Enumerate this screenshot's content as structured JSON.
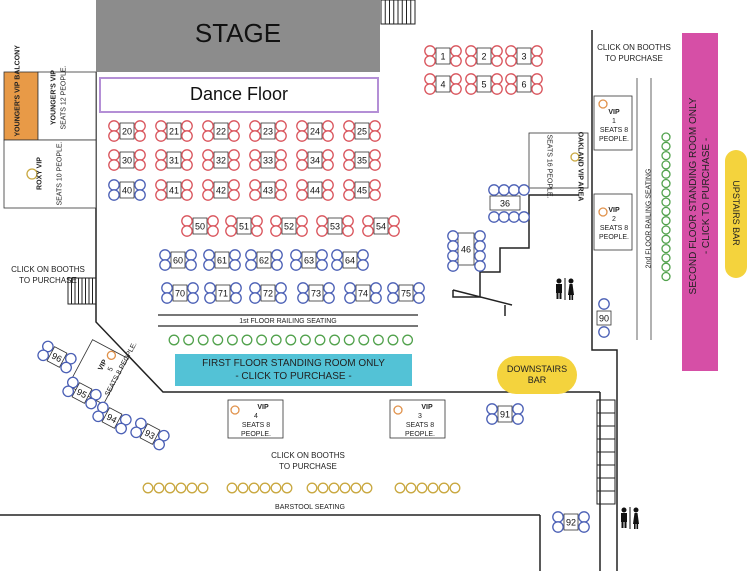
{
  "stage": {
    "label": "STAGE"
  },
  "dance_floor": {
    "label": "Dance Floor"
  },
  "click_booths": "CLICK ON BOOTHS\nTO PURCHASE",
  "click_booths_lines": [
    "CLICK ON BOOTHS",
    "TO PURCHASE"
  ],
  "youngers_balcony": "YOUNGER'S VIP BALCONY",
  "youngers_vip": "YOUNGER'S VIP",
  "youngers_seats": "SEATS 12 PEOPLE.",
  "roxy_vip": "ROXY VIP",
  "roxy_seats": "SEATS 10 PEOPLE.",
  "oakland_vip": "OAKLAND VIP AREA",
  "oakland_seats": "SEATS 16 PEOPLE.",
  "first_floor_railing": "1st FLOOR RAILING SEATING",
  "second_floor_railing": "2nd FLOOR RAILING SEATING",
  "barstool_seating": "BARSTOOL SEATING",
  "first_floor_standing": {
    "line1": "FIRST FLOOR STANDING ROOM ONLY",
    "line2": "- CLICK TO PURCHASE -"
  },
  "second_floor_standing": {
    "line1": "SECOND FLOOR STANDING ROOM ONLY",
    "line2": "- CLICK TO PURCHASE -"
  },
  "downstairs_bar": {
    "line1": "DOWNSTAIRS",
    "line2": "BAR"
  },
  "upstairs_bar": "UPSTAIRS BAR",
  "vip_boxes": [
    {
      "id": "vip1",
      "title": "VIP",
      "num": "1",
      "seats": "SEATS 8",
      "people": "PEOPLE."
    },
    {
      "id": "vip2",
      "title": "VIP",
      "num": "2",
      "seats": "SEATS 8",
      "people": "PEOPLE."
    },
    {
      "id": "vip3",
      "title": "VIP",
      "num": "3",
      "seats": "SEATS 8",
      "people": "PEOPLE."
    },
    {
      "id": "vip4",
      "title": "VIP",
      "num": "4",
      "seats": "SEATS 8",
      "people": "PEOPLE."
    },
    {
      "id": "vip5",
      "title": "VIP",
      "num": "5",
      "seats": "SEATS 8",
      "people": "PEOPLE."
    }
  ],
  "booths": {
    "red_rows": [
      [
        "20",
        "21",
        "22",
        "23",
        "24",
        "25"
      ],
      [
        "30",
        "31",
        "32",
        "33",
        "34",
        "35"
      ]
    ],
    "row40": [
      "40",
      "41",
      "42",
      "43",
      "44",
      "45"
    ],
    "row50": [
      "50",
      "51",
      "52",
      "53",
      "54"
    ],
    "row60": [
      "60",
      "61",
      "62",
      "63",
      "64"
    ],
    "row70": [
      "70",
      "71",
      "72",
      "73",
      "74",
      "75"
    ],
    "top_right": [
      [
        "1",
        "2",
        "3"
      ],
      [
        "4",
        "5",
        "6"
      ]
    ],
    "misc": [
      "36",
      "46",
      "90",
      "91",
      "92",
      "93",
      "94",
      "95",
      "96"
    ]
  },
  "colors": {
    "stage": "#8c8c8c",
    "dance_border": "#b48fd6",
    "balcony": "#e89a47",
    "standing_first": "#53c2d6",
    "standing_second": "#d64fa6",
    "bar": "#f4d33d",
    "red_seat": "#d9535b",
    "blue_seat": "#4a5fb5",
    "green_seat": "#52a24d",
    "olive_seat": "#c9a840",
    "orange_seat": "#e0914a"
  }
}
